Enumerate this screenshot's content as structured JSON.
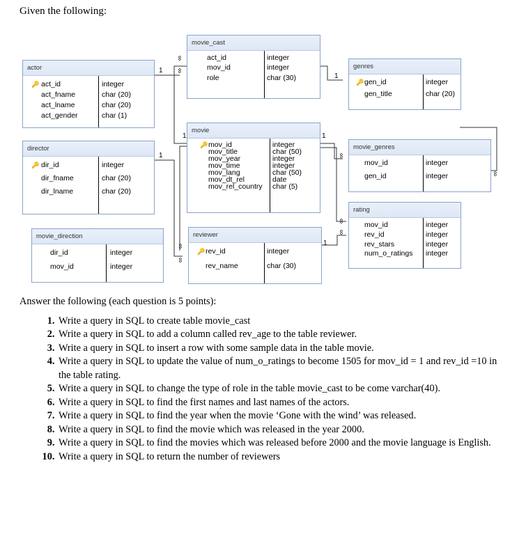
{
  "intro": "Given the following:",
  "tables": {
    "actor": {
      "title": "actor",
      "cols": [
        "act_id",
        "act_fname",
        "act_lname",
        "act_gender"
      ],
      "types": [
        "integer",
        "char (20)",
        "char (20)",
        "char (1)"
      ]
    },
    "director": {
      "title": "director",
      "cols": [
        "dir_id",
        "dir_fname",
        "dir_lname"
      ],
      "types": [
        "integer",
        "char (20)",
        "char (20)"
      ]
    },
    "movie_direction": {
      "title": "movie_direction",
      "cols": [
        "dir_id",
        "mov_id"
      ],
      "types": [
        "integer",
        "integer"
      ]
    },
    "movie_cast": {
      "title": "movie_cast",
      "cols": [
        "act_id",
        "mov_id",
        "role"
      ],
      "types": [
        "integer",
        "integer",
        "char (30)"
      ]
    },
    "movie": {
      "title": "movie",
      "cols": [
        "mov_id",
        "mov_title",
        "mov_year",
        "mov_time",
        "mov_lang",
        "mov_dt_rel",
        "mov_rel_country"
      ],
      "types": [
        "integer",
        "char (50)",
        "integer",
        "integer",
        "char (50)",
        "date",
        "char (5)"
      ]
    },
    "reviewer": {
      "title": "reviewer",
      "cols": [
        "rev_id",
        "rev_name"
      ],
      "types": [
        "integer",
        "char (30)"
      ]
    },
    "genres": {
      "title": "genres",
      "cols": [
        "gen_id",
        "gen_title"
      ],
      "types": [
        "integer",
        "char (20)"
      ]
    },
    "movie_genres": {
      "title": "movie_genres",
      "cols": [
        "mov_id",
        "gen_id"
      ],
      "types": [
        "integer",
        "integer"
      ]
    },
    "rating": {
      "title": "rating",
      "cols": [
        "mov_id",
        "rev_id",
        "rev_stars",
        "num_o_ratings"
      ],
      "types": [
        "integer",
        "integer",
        "integer",
        "integer"
      ]
    }
  },
  "relations": {
    "one": "1",
    "many": "∞"
  },
  "questions_head": "Answer the following (each question is 5 points):",
  "questions": [
    "Write a query in SQL to create table movie_cast",
    "Write a query in SQL to add a column called rev_age to the table reviewer.",
    "Write a query in SQL to insert a row with some sample data in the table movie.",
    "Write a query in SQL to update the value of num_o_ratings to become 1505 for mov_id = 1 and rev_id =10 in the table rating.",
    "Write a query in SQL to change the type of role in the table movie_cast to be come varchar(40).",
    "Write a query in SQL to find the first names and last names of the actors.",
    "Write a query in SQL to find the year when the movie ‘Gone with the wind’ was released.",
    "Write a query in SQL to find the movie which was released in the year 2000.",
    "Write a query in SQL to find the movies which was released before 2000 and the movie language is English.",
    "Write a query in SQL to return the number of reviewers"
  ],
  "stray_mark": "."
}
